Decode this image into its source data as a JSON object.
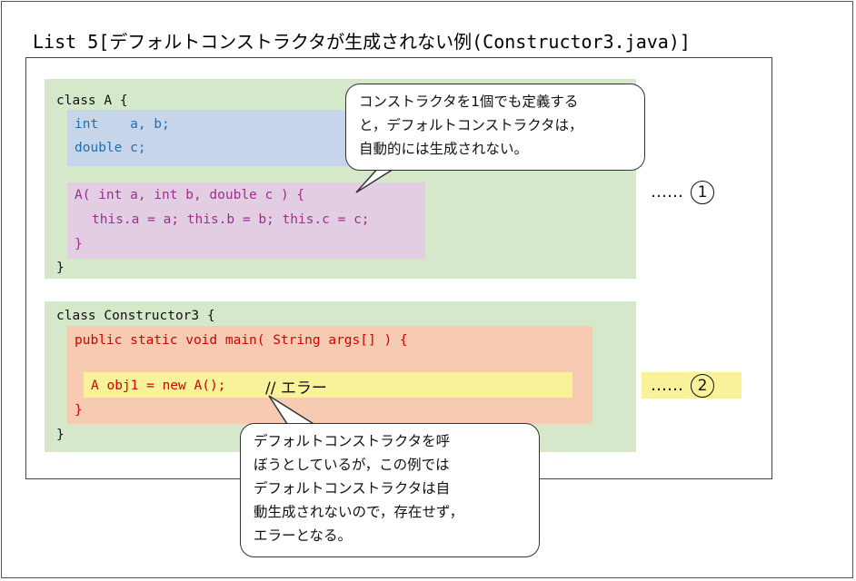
{
  "title": {
    "prefix": "List 5[",
    "main": "デフォルトコンストラクタが生成されない例",
    "file": "(Constructor3.java)]"
  },
  "class_a": {
    "header": "class A {",
    "field1": "int    a, b;",
    "field2": "double c;",
    "ctor_sig": "A( int a, int b, double c ) {",
    "ctor_body": "this.a = a; this.b = b; this.c = c;",
    "ctor_close": "}",
    "close": "}"
  },
  "class_c3": {
    "header": "class Constructor3 {",
    "main_sig": "public static void main( String args[] ) {",
    "statement": "A obj1 = new A();",
    "comment": "// エラー",
    "main_close": "}",
    "close": "}"
  },
  "callout_top": {
    "lines": [
      "コンストラクタを1個でも定義する",
      "と，デフォルトコンストラクタは，",
      "自動的には生成されない。"
    ]
  },
  "callout_bottom": {
    "lines": [
      "デフォルトコンストラクタを呼",
      "ぼうとしているが，この例では",
      "デフォルトコンストラクタは自",
      "動生成されないので，存在せず，",
      "エラーとなる。"
    ]
  },
  "markers": {
    "one_dots": "……",
    "one_num": "1",
    "two_dots": "……",
    "two_num": "2"
  },
  "colors": {
    "class_bg": "#d5e8c9",
    "field_bg": "#c7d5ea",
    "ctor_bg": "#e3cde3",
    "main_bg": "#f6cbb2",
    "highlight_bg": "#f9f29a"
  }
}
